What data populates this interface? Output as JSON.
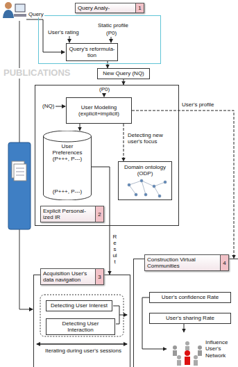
{
  "diagram": {
    "nodes": [
      {
        "text": [
          "Query Analy-",
          "1"
        ]
      },
      {
        "text": [
          "Query's reformula- tion"
        ],
        "in": 0
      },
      {
        "text": [
          "New Query (NQ)"
        ]
      },
      {
        "text": [
          "Explicit Personal- ized IR",
          "2"
        ]
      },
      {
        "text": [
          "User Modeling (explicit+implicit)"
        ],
        "in": 3
      },
      {
        "text": [
          "User Preferences (P+++, P---)",
          "(P+++, P---)"
        ],
        "in": 3
      },
      {
        "text": [
          "Domain ontology (ODP)"
        ],
        "in": 3
      },
      {
        "text": [
          "Acquisition User's data navigation",
          "3"
        ]
      },
      {
        "text": [
          "Detecting User Interest"
        ],
        "in": 7
      },
      {
        "text": [
          "Detecting User Interaction"
        ],
        "in": 7
      },
      {
        "text": [
          "Construction Virtual Communities",
          "4"
        ]
      },
      {
        "text": [
          "User's confidence Rate"
        ],
        "in": 10
      },
      {
        "text": [
          "User's sharing Rate"
        ],
        "in": 10
      },
      {
        "text": [
          "Influence User's Network"
        ],
        "in": 10
      }
    ],
    "edges": [
      {
        "from": 1,
        "to": 2,
        "arrow": "to"
      },
      {
        "from": 2,
        "to": 3,
        "arrow": "to"
      },
      {
        "from": 4,
        "to": 5,
        "arrow": "to"
      },
      {
        "from": 4,
        "to": 6,
        "label": "Detecting new user's focus",
        "arrow": "to"
      },
      {
        "from": 5,
        "to": 7,
        "label": "Result",
        "arrow": "to"
      },
      {
        "from": 4,
        "to": 10,
        "label": "User's profile",
        "arrow": "to"
      },
      {
        "from": 11,
        "to": 13,
        "arrow": "to"
      },
      {
        "from": 12,
        "to": 13,
        "arrow": "to"
      }
    ],
    "labels": [
      "Query",
      "User's rating",
      "Static profile",
      "(P0)",
      "(P0)",
      "(NQ)",
      "Iterating during user's sessions",
      "PUBLICATIONS"
    ]
  }
}
